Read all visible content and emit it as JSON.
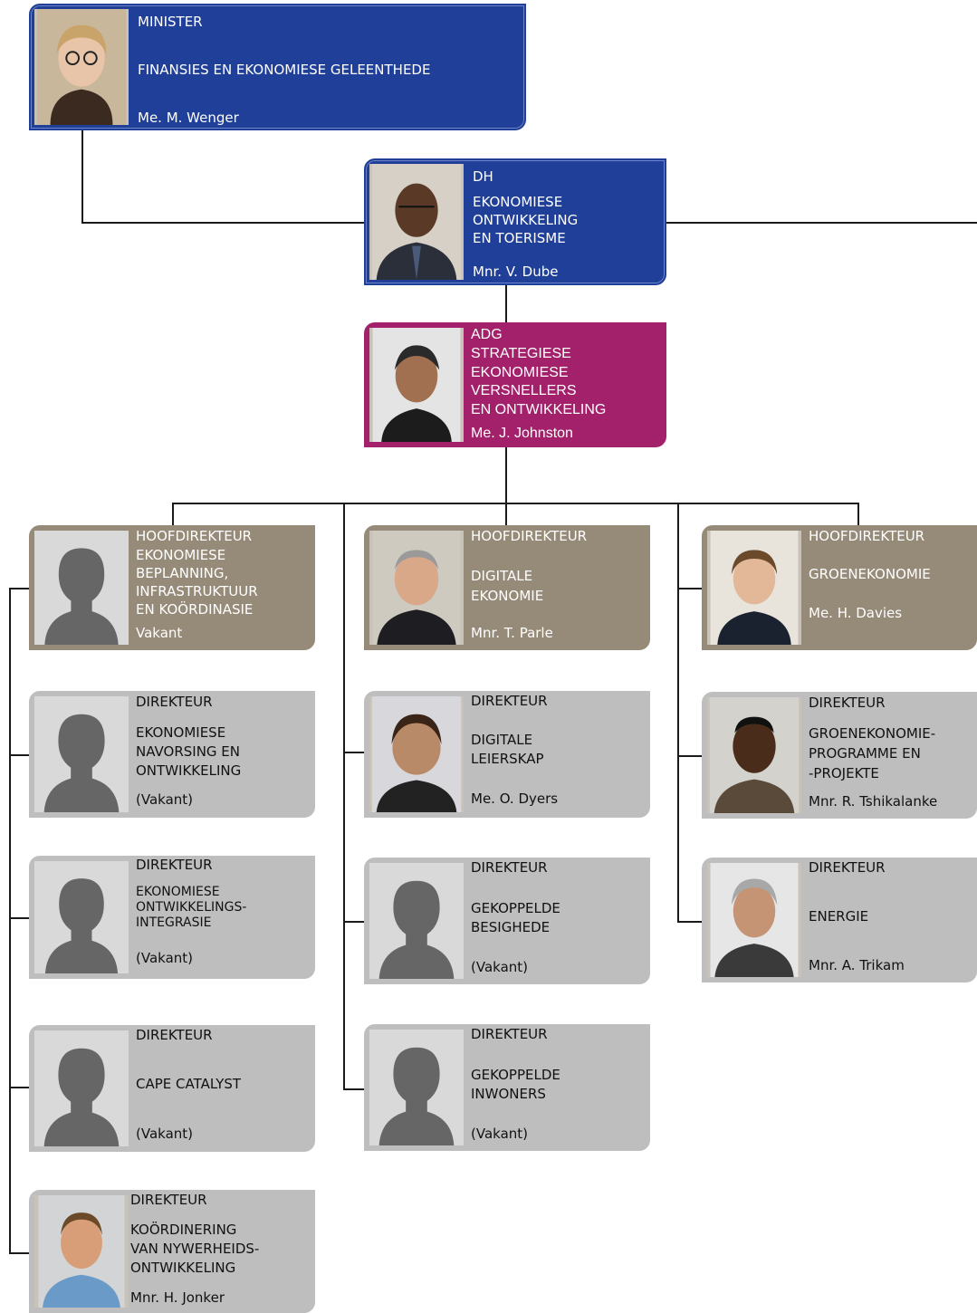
{
  "minister": {
    "role": "MINISTER",
    "unit": "FINANSIES EN EKONOMIESE GELEENTHEDE",
    "name": "Me. M. Wenger"
  },
  "dh": {
    "role": "DH",
    "unit": "EKONOMIESE\nONTWIKKELING\nEN TOERISME",
    "name": "Mnr. V. Dube"
  },
  "adg": {
    "role": "ADG",
    "unit": "STRATEGIESE\nEKONOMIESE\nVERSNELLERS\nEN ONTWIKKELING",
    "name": "Me. J. Johnston"
  },
  "chief_directors": [
    {
      "role": "HOOFDIREKTEUR",
      "unit": "EKONOMIESE\nBEPLANNING,\nINFRASTRUKTUUR\nEN KOÖRDINASIE",
      "name": "Vakant"
    },
    {
      "role": "HOOFDIREKTEUR",
      "unit": "DIGITALE\nEKONOMIE",
      "name": "Mnr. T. Parle"
    },
    {
      "role": "HOOFDIREKTEUR",
      "unit": "GROENEKONOMIE",
      "name": "Me. H. Davies"
    }
  ],
  "directors_col1": [
    {
      "role": "DIREKTEUR",
      "unit": "EKONOMIESE\nNAVORSING EN\nONTWIKKELING",
      "name": "(Vakant)"
    },
    {
      "role": "DIREKTEUR",
      "unit": "EKONOMIESE\nONTWIKKELINGS-\nINTEGRASIE",
      "name": "(Vakant)"
    },
    {
      "role": "DIREKTEUR",
      "unit": "CAPE CATALYST",
      "name": "(Vakant)"
    },
    {
      "role": "DIREKTEUR",
      "unit": "KOÖRDINERING\nVAN NYWERHEIDS-\nONTWIKKELING",
      "name": "Mnr. H. Jonker"
    }
  ],
  "directors_col2": [
    {
      "role": "DIREKTEUR",
      "unit": "DIGITALE\nLEIERSKAP",
      "name": "Me. O. Dyers"
    },
    {
      "role": "DIREKTEUR",
      "unit": "GEKOPPELDE\nBESIGHEDE",
      "name": "(Vakant)"
    },
    {
      "role": "DIREKTEUR",
      "unit": "GEKOPPELDE\nINWONERS",
      "name": "(Vakant)"
    }
  ],
  "directors_col3": [
    {
      "role": "DIREKTEUR",
      "unit": "GROENEKONOMIE-\nPROGRAMME EN\n-PROJEKTE",
      "name": "Mnr. R. Tshikalanke"
    },
    {
      "role": "DIREKTEUR",
      "unit": "ENERGIE",
      "name": "Mnr. A. Trikam"
    }
  ],
  "colors": {
    "blue": "#1f3f98",
    "magenta": "#a3206a",
    "taupe": "#968a78",
    "grey": "#bebebe"
  }
}
